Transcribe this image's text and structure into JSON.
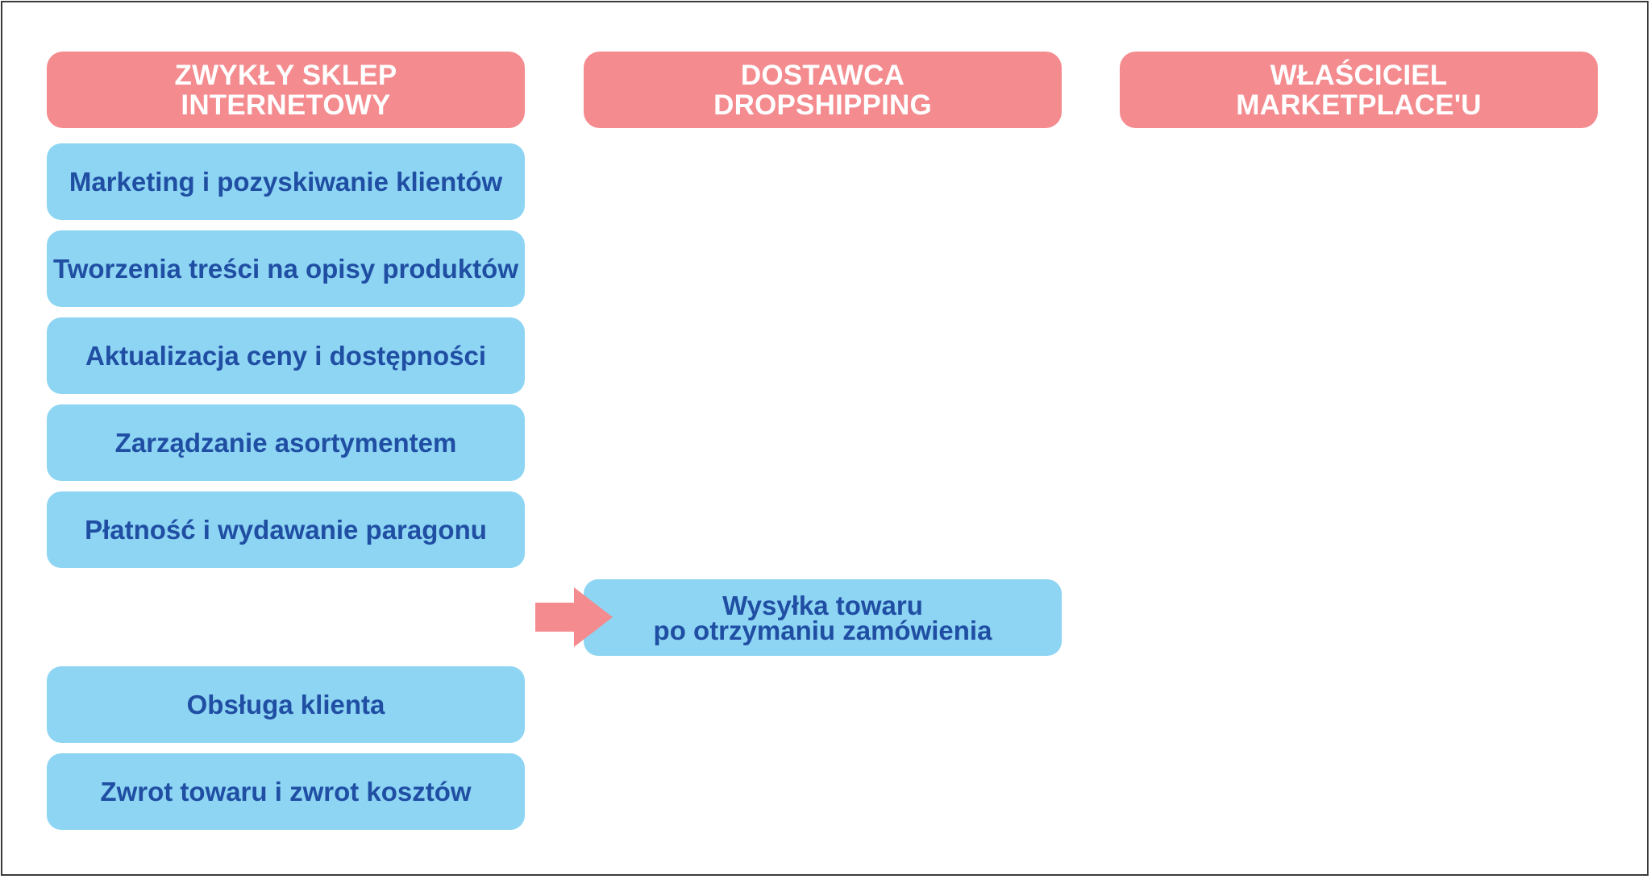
{
  "colors": {
    "header_bg": "#f48b8f",
    "header_text": "#ffffff",
    "task_bg": "#8dd5f3",
    "task_text": "#1f4ea3",
    "arrow": "#f48b8f",
    "border": "#3a3a3a"
  },
  "columns": [
    {
      "title": "ZWYKŁY SKLEP\nINTERNETOWY"
    },
    {
      "title": "DOSTAWCA\nDROPSHIPPING"
    },
    {
      "title": "WŁAŚCICIEL\nMARKETPLACE'U"
    }
  ],
  "tasks": [
    {
      "label": "Marketing i pozyskiwanie klientów"
    },
    {
      "label": "Tworzenia treści na opisy produktów"
    },
    {
      "label": "Aktualizacja ceny i dostępności"
    },
    {
      "label": "Zarządzanie asortymentem"
    },
    {
      "label": "Płatność i wydawanie paragonu"
    },
    {
      "label": "Wysyłka towaru\npo otrzymaniu zamówienia"
    },
    {
      "label": "Obsługa klienta"
    },
    {
      "label": "Zwrot towaru i zwrot kosztów"
    }
  ],
  "arrow_icon": "right-arrow-icon"
}
